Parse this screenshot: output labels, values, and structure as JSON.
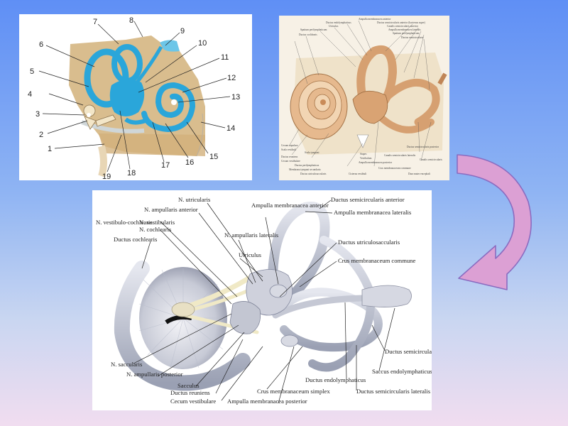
{
  "panel_a": {
    "numbers": [
      "1",
      "2",
      "3",
      "4",
      "5",
      "6",
      "7",
      "8",
      "9",
      "10",
      "11",
      "12",
      "13",
      "14",
      "15",
      "16",
      "17",
      "18",
      "19"
    ]
  },
  "panel_b": {
    "labels": [
      "Ampulla membranacea anterior",
      "Ductus endolymphaticus",
      "Ductus semicircularis anterior (hactenus super)",
      "Utriculus",
      "Canalis semicircularis anterior",
      "Spatium perilymphaticum",
      "Ampulla membranacea lateralis",
      "Ductus cochlearis",
      "Spatium perilymphaticum",
      "Ductus semicircularis",
      "Cecum cupulare",
      "Scala vestibuli",
      "Scala tympani",
      "Ductus reuniens",
      "Cecum vestibulare",
      "Ductus perilymphaticus",
      "Membrana tympani secundaria",
      "Ductus utriculosaccularis",
      "Stapes",
      "Vestibulum",
      "Ampulla membranacea posterior",
      "Canalis semicircularis lateralis",
      "Ductus semicircularis posterior",
      "Canalis semicircularis",
      "Crus membranaceum commune",
      "Cisterna vestibuli",
      "Dura mater encephali"
    ]
  },
  "panel_c": {
    "labels": {
      "n_utricularis": "N. utricularis",
      "n_ampullaris_anterior": "N. ampullaris anterior",
      "n_vestibulo_cochlearis": "N. vestibulo-cochlearis",
      "n_vestibularis": "N. vestibularis",
      "n_cochlearis": "N. cochlearis",
      "ductus_cochlearis": "Ductus cochlearis",
      "ampulla_membranacea_anterior": "Ampulla membranacea anterior",
      "n_ampullaris_lateralis": "N. ampullaris lateralis",
      "utriculus": "Utriculus",
      "ductus_semicircularis_anterior": "Ductus semicircularis anterior",
      "ampulla_membranacea_lateralis": "Ampulla membranacea lateralis",
      "ductus_utriculosaccularis": "Ductus utriculosaccularis",
      "crus_membranaceum_commune": "Crus membranaceum commune",
      "n_saccularis": "N. saccularis",
      "n_ampullaris_posterior": "N. ampullaris posterior",
      "sacculus": "Sacculus",
      "ductus_reuniens": "Ductus reuniens",
      "cecum_vestibulare": "Cecum vestibulare",
      "crus_membranaceum_simplex": "Crus membranaceum simplex",
      "ampulla_membranacea_posterior": "Ampulla membranacea posterior",
      "ductus_endolymphaticus": "Ductus endolymphaticus",
      "ductus_semicircularis_lateralis": "Ductus semicircularis lateralis",
      "ductus_semicircularis_posterior": "Ductus semicircularis posterior",
      "saccus_endolymphaticus": "Saccus endolymphaticus"
    }
  },
  "colors": {
    "bone": "#d9bd8e",
    "endolymph": "#2aa6da",
    "membrane": "#b9bccb",
    "arrow_fill": "#dca0d4",
    "arrow_stroke": "#8a6cc0"
  }
}
